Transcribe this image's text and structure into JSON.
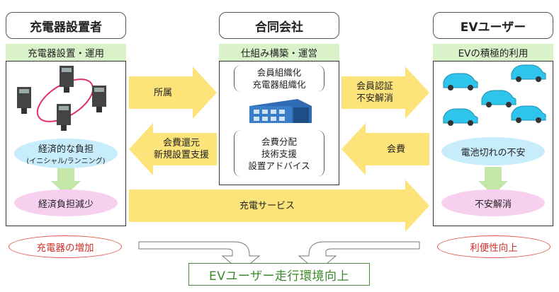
{
  "headers": {
    "left": "充電器設置者",
    "center": "合同会社",
    "right": "EVユーザー"
  },
  "bands": {
    "left": "充電器設置・運用",
    "center": "仕組み構築・運営",
    "right": "EVの積極的利用"
  },
  "left_panel": {
    "burden_line1": "経済的な負担",
    "burden_line2": "(イニシャル/ランニング)",
    "reduced": "経済負担減少"
  },
  "center_panel": {
    "org_line1": "会員組織化",
    "org_line2": "充電器組織化",
    "support_line1": "会費分配",
    "support_line2": "技術支援",
    "support_line3": "設置アドバイス"
  },
  "right_panel": {
    "worry": "電池切れの不安",
    "resolved": "不安解消"
  },
  "arrows": {
    "affiliation": "所属",
    "member_auth_line1": "会員認証",
    "member_auth_line2": "不安解消",
    "refund_line1": "会費還元",
    "refund_line2": "新規設置支援",
    "fee": "会費",
    "charging_service": "充電サービス"
  },
  "results": {
    "left": "充電器の増加",
    "right": "利便性向上",
    "goal": "EVユーザー走行環境向上"
  },
  "colors": {
    "arrow_yellow": "#fde47a",
    "band_green": "#d9f2c9",
    "bubble_blue": "#c7ecfb",
    "bubble_pink": "#f6d0ee",
    "car_blue": "#2ec4ec",
    "result_red": "#d0302a",
    "goal_green": "#3a8a2a"
  }
}
